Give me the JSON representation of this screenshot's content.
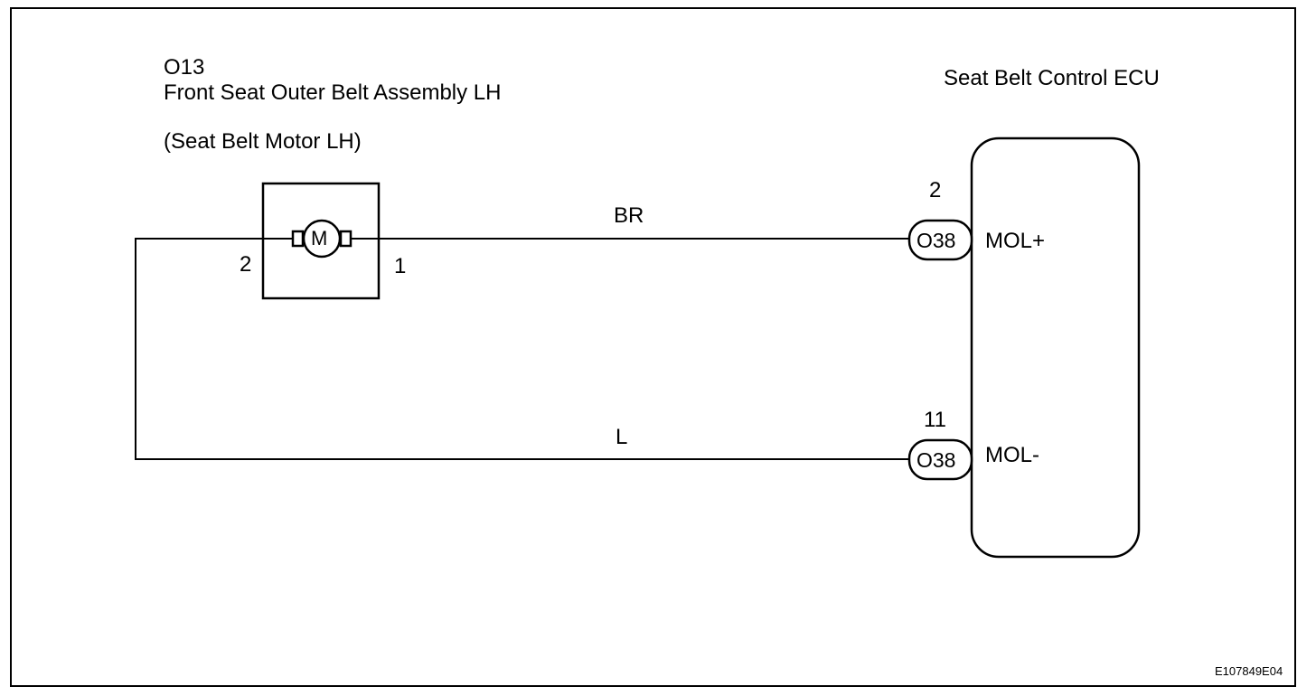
{
  "motor_component": {
    "code": "O13",
    "name": "Front Seat Outer Belt Assembly LH",
    "subname": "(Seat Belt Motor LH)",
    "symbol": "M",
    "pin_left": "2",
    "pin_right": "1",
    "icon": "motor-icon"
  },
  "ecu": {
    "name": "Seat Belt Control ECU"
  },
  "wires": [
    {
      "color_code": "BR",
      "ecu_pin": "2",
      "connector": "O38",
      "terminal": "MOL+"
    },
    {
      "color_code": "L",
      "ecu_pin": "11",
      "connector": "O38",
      "terminal": "MOL-"
    }
  ],
  "figure_id": "E107849E04"
}
